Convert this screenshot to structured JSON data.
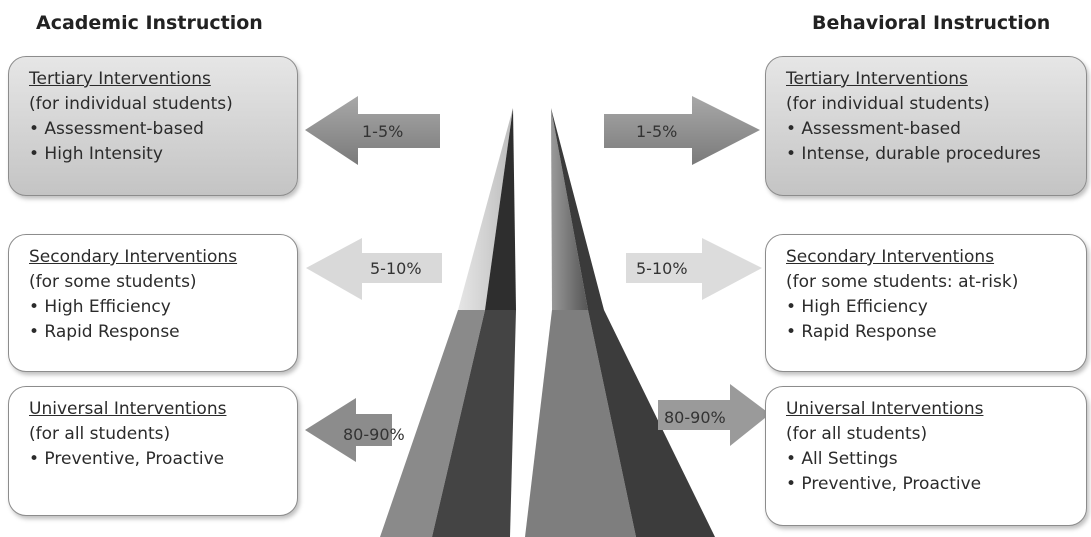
{
  "headings": {
    "left": "Academic Instruction",
    "right": "Behavioral Instruction"
  },
  "academic": {
    "tertiary": {
      "title": "Tertiary Interventions",
      "subtitle": "(for individual students)",
      "bullets": [
        "• Assessment-based",
        "• High Intensity"
      ]
    },
    "secondary": {
      "title": "Secondary Interventions",
      "subtitle": "(for some students)",
      "bullets": [
        "• High Efficiency",
        "• Rapid Response"
      ]
    },
    "universal": {
      "title": "Universal Interventions",
      "subtitle": "(for all students)",
      "bullets": [
        "• Preventive, Proactive"
      ]
    }
  },
  "behavioral": {
    "tertiary": {
      "title": "Tertiary Interventions",
      "subtitle": "(for individual students)",
      "bullets": [
        "• Assessment-based",
        "• Intense, durable procedures"
      ]
    },
    "secondary": {
      "title": "Secondary Interventions",
      "subtitle": "(for some students: at-risk)",
      "bullets": [
        "• High Efficiency",
        "• Rapid Response"
      ]
    },
    "universal": {
      "title": "Universal Interventions",
      "subtitle": "(for all students)",
      "bullets": [
        "• All Settings",
        "• Preventive, Proactive"
      ]
    }
  },
  "arrows": {
    "left": [
      "1-5%",
      "5-10%",
      "80-90%"
    ],
    "right": [
      "1-5%",
      "5-10%",
      "80-90%"
    ]
  },
  "colors": {
    "dark_arrow": "#8e8e8e",
    "mid_arrow": "#d0d0d0",
    "light_arrow": "#dcdcdc",
    "pyramid_top_light": "#d8d8d8",
    "pyramid_top_dark": "#333333",
    "pyramid_bottom_light": "#8a8a8a",
    "pyramid_bottom_dark": "#3e3e3e"
  }
}
